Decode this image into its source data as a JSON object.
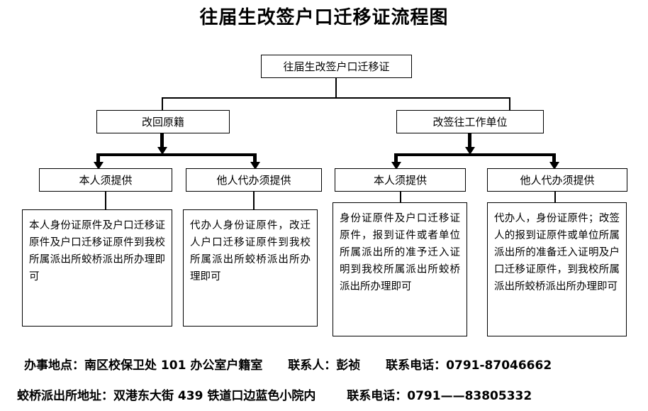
{
  "title": "往届生改签户口迁移证流程图",
  "flow": {
    "root": {
      "label": "往届生改签户口迁移证"
    },
    "branches": [
      {
        "label": "改回原籍"
      },
      {
        "label": "改签往工作单位"
      }
    ],
    "roles": [
      {
        "label": "本人须提供"
      },
      {
        "label": "他人代办须提供"
      },
      {
        "label": "本人须提供"
      },
      {
        "label": "他人代办须提供"
      }
    ],
    "details": [
      {
        "text": "本人身份证原件及户口迁移证原件及户口迁移证原件到我校所属派出所蛟桥派出所办理即可"
      },
      {
        "text": "代办人身份证原件，改迁人户口迁移证原件到我校所属派出所蛟桥派出所办理即可"
      },
      {
        "text": "身份证原件及户口迁移证原件，报到证件或者单位所属派出所的准予迁入证明到我校所属派出所蛟桥派出所办理即可"
      },
      {
        "text": "代办人，身份证原件；改签人的报到证原件或单位所属派出所的准备迁入证明及户口迁移证原件，到我校所属派出所蛟桥派出所办理即可"
      }
    ]
  },
  "footer": {
    "row1": {
      "location": "办事地点：南区校保卫处 101 办公室户籍室",
      "contact_person": "联系人：彭祯",
      "phone": "联系电话：0791-87046662"
    },
    "row2": {
      "station_address": "蛟桥派出所地址：双港东大街 439 铁道口边蓝色小院内",
      "phone": "联系电话：0791——83805332"
    }
  }
}
